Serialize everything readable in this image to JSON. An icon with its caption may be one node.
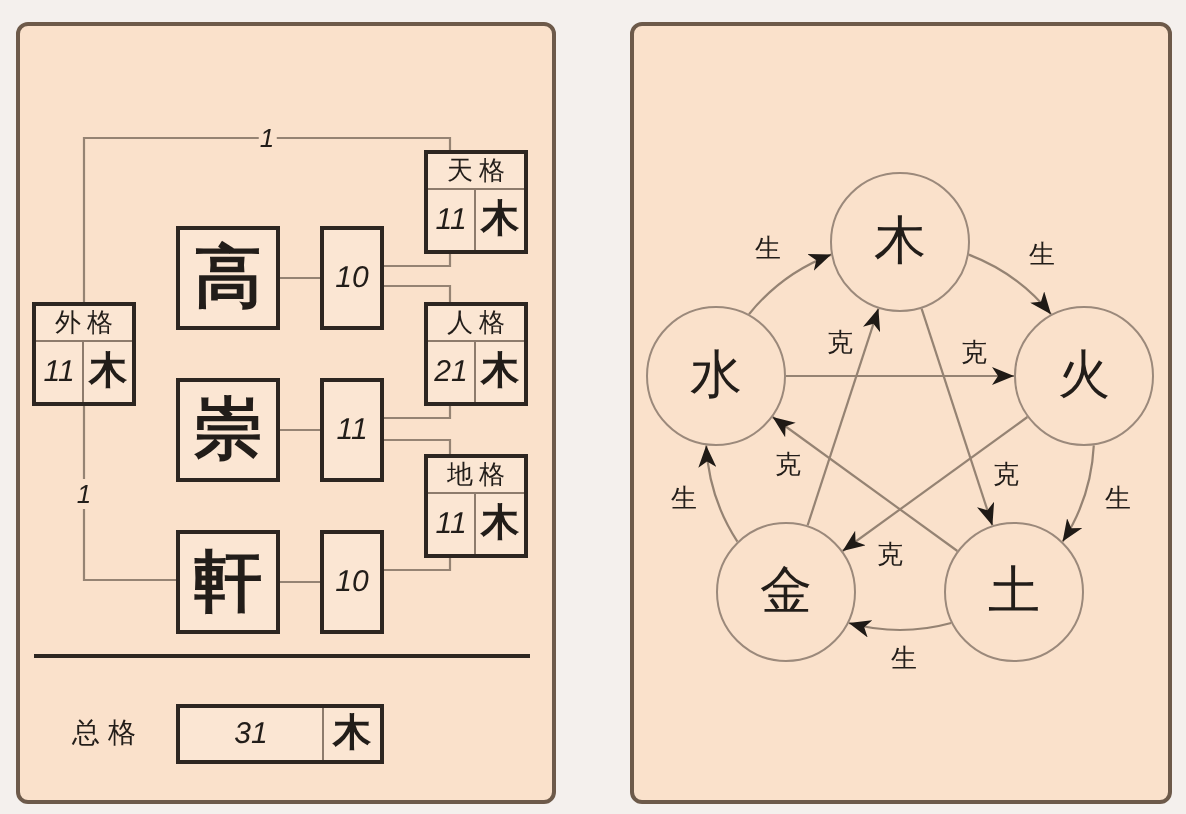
{
  "diagram": {
    "nodes": [
      {
        "text": [
          "外格",
          "11",
          "木"
        ]
      },
      {
        "text": [
          "高"
        ]
      },
      {
        "text": [
          "崇"
        ]
      },
      {
        "text": [
          "軒"
        ]
      },
      {
        "text": [
          "10"
        ]
      },
      {
        "text": [
          "11"
        ]
      },
      {
        "text": [
          "10"
        ]
      },
      {
        "text": [
          "天格",
          "11",
          "木"
        ]
      },
      {
        "text": [
          "人格",
          "21",
          "木"
        ]
      },
      {
        "text": [
          "地格",
          "11",
          "木"
        ]
      },
      {
        "text": [
          "总格",
          "31",
          "木"
        ]
      },
      {
        "text": [
          "木"
        ]
      },
      {
        "text": [
          "火"
        ]
      },
      {
        "text": [
          "土"
        ]
      },
      {
        "text": [
          "金"
        ]
      },
      {
        "text": [
          "水"
        ]
      }
    ],
    "edges": [
      {
        "from": 1,
        "to": 4,
        "arrow": "none"
      },
      {
        "from": 2,
        "to": 5,
        "arrow": "none"
      },
      {
        "from": 3,
        "to": 6,
        "arrow": "none"
      },
      {
        "from": 4,
        "to": 7,
        "arrow": "none"
      },
      {
        "from": 4,
        "to": 8,
        "arrow": "none"
      },
      {
        "from": 5,
        "to": 8,
        "arrow": "none"
      },
      {
        "from": 5,
        "to": 9,
        "arrow": "none"
      },
      {
        "from": 6,
        "to": 9,
        "arrow": "none"
      },
      {
        "from": 0,
        "to": 7,
        "arrow": "none",
        "label": "1"
      },
      {
        "from": 0,
        "to": 3,
        "arrow": "none",
        "label": "1"
      },
      {
        "from": 11,
        "to": 12,
        "arrow": "to",
        "label": "生"
      },
      {
        "from": 12,
        "to": 13,
        "arrow": "to",
        "label": "生"
      },
      {
        "from": 13,
        "to": 14,
        "arrow": "to",
        "label": "生"
      },
      {
        "from": 14,
        "to": 15,
        "arrow": "to",
        "label": "生"
      },
      {
        "from": 15,
        "to": 11,
        "arrow": "to",
        "label": "生"
      },
      {
        "from": 11,
        "to": 13,
        "arrow": "to",
        "label": "克"
      },
      {
        "from": 13,
        "to": 15,
        "arrow": "to",
        "label": "克"
      },
      {
        "from": 15,
        "to": 12,
        "arrow": "to",
        "label": "克"
      },
      {
        "from": 12,
        "to": 14,
        "arrow": "to",
        "label": "克"
      },
      {
        "from": 14,
        "to": 11,
        "arrow": "to",
        "label": "克"
      }
    ]
  }
}
